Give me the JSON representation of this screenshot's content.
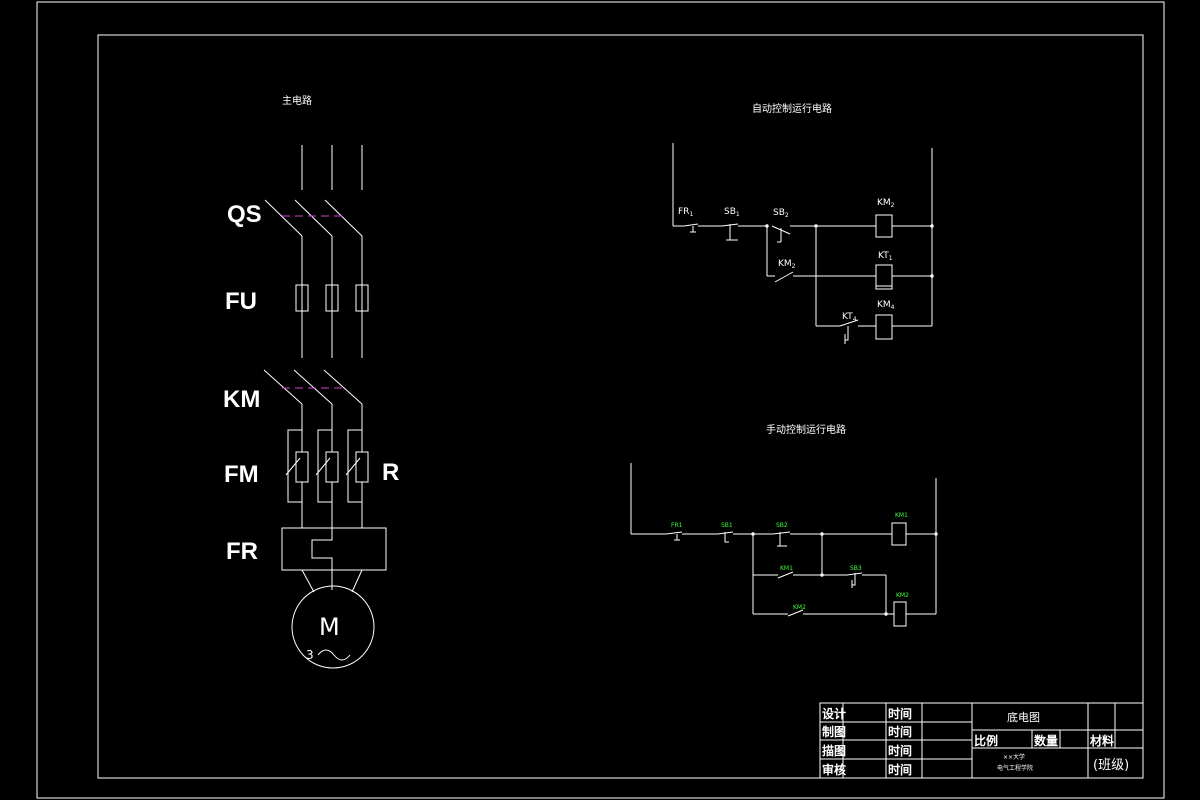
{
  "main_circuit": {
    "title": "主电路",
    "labels": {
      "qs": "QS",
      "fu": "FU",
      "km": "KM",
      "fm": "FM",
      "r": "R",
      "fr": "FR"
    },
    "motor": {
      "m": "M",
      "phase": "3"
    }
  },
  "auto_circuit": {
    "title": "自动控制运行电路",
    "labels": {
      "fr1": "FR",
      "fr1_sub": "1",
      "sb1": "SB",
      "sb1_sub": "1",
      "sb2": "SB",
      "sb2_sub": "2",
      "km2_coil": "KM",
      "km2_coil_sub": "2",
      "km2_contact": "KM",
      "km2_contact_sub": "2",
      "kt1": "KT",
      "kt1_sub": "1",
      "km4": "KM",
      "km4_sub": "4",
      "kt4": "KT",
      "kt4_sub": "4"
    }
  },
  "manual_circuit": {
    "title": "手动控制运行电路",
    "labels": {
      "fr": "FR1",
      "sb1": "SB1",
      "sb2": "SB2",
      "km1": "KM1",
      "km1c": "KM1",
      "sb3": "SB3",
      "km2c": "KM2",
      "km2": "KM2"
    }
  },
  "title_block": {
    "design": "设计",
    "draw": "制图",
    "trace": "描图",
    "review": "审核",
    "time1": "时间",
    "time2": "时间",
    "time3": "时间",
    "time4": "时间",
    "drawing_name": "底电图",
    "scale": "比例",
    "quantity": "数量",
    "material": "材料",
    "school1": "××大学",
    "school2": "电气工程学院",
    "class": "(班级)"
  }
}
